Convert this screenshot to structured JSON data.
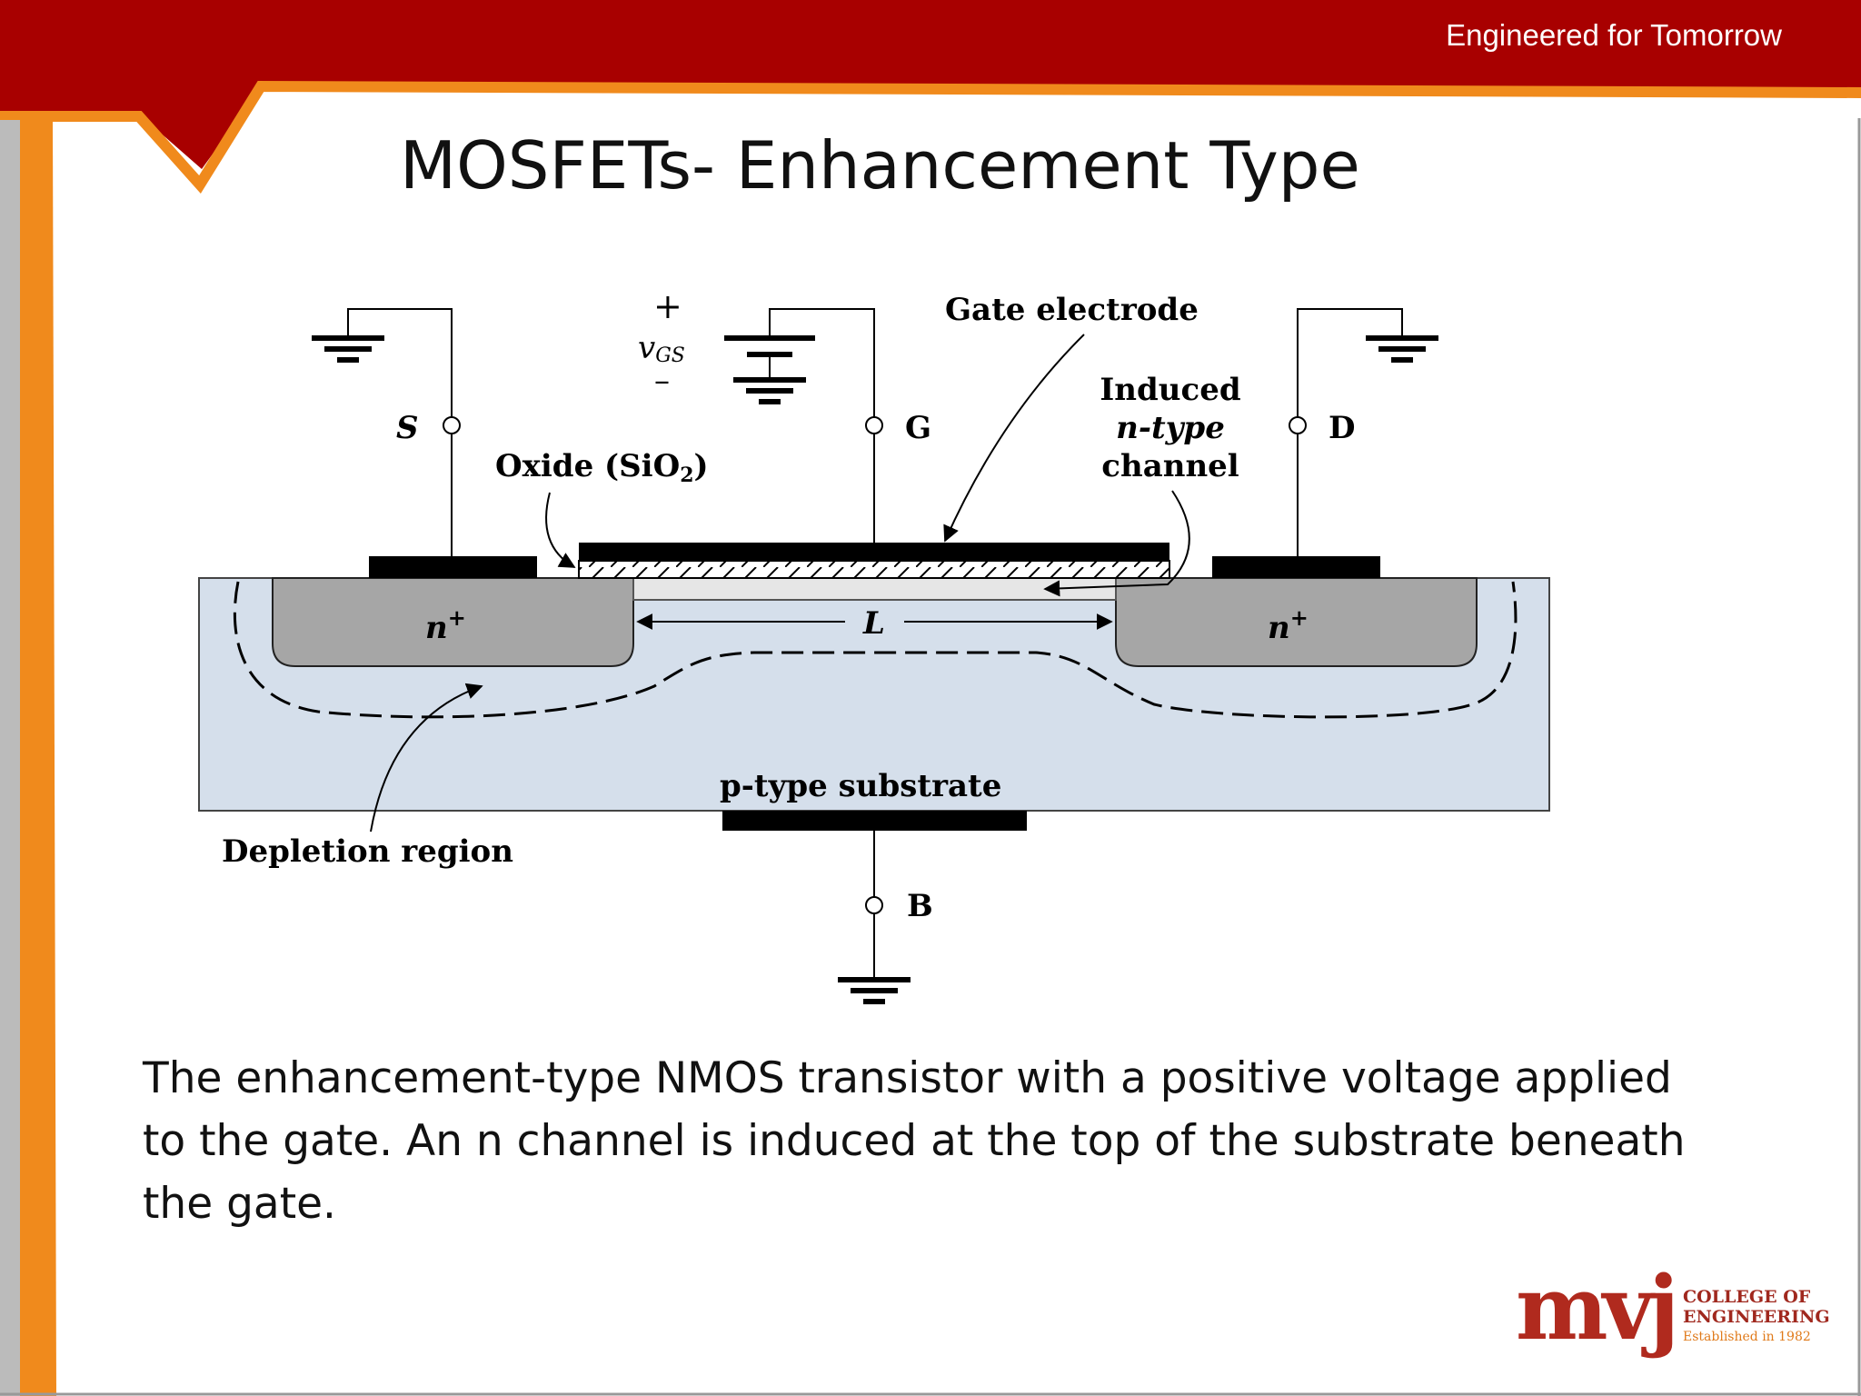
{
  "header": {
    "tagline": "Engineered for Tomorrow"
  },
  "slide": {
    "title": "MOSFETs- Enhancement Type"
  },
  "diagram": {
    "source_label": "S",
    "gate_label": "G",
    "drain_label": "D",
    "body_label": "B",
    "vgs_plus": "+",
    "vgs_symbol": "v",
    "vgs_subscript": "GS",
    "vgs_minus": "–",
    "gate_electrode_label": "Gate electrode",
    "induced_line1": "Induced",
    "induced_line2": "n-type",
    "induced_line3": "channel",
    "oxide_label_prefix": "Oxide (SiO",
    "oxide_label_sub": "2",
    "oxide_label_suffix": ")",
    "n_plus_left": "n",
    "n_plus_right": "n",
    "n_plus_sup": "+",
    "length_label": "L",
    "substrate_label": "p-type substrate",
    "depletion_label": "Depletion region"
  },
  "caption": "The enhancement-type NMOS transistor with a positive voltage applied to the gate.  An n channel is induced at the top of the substrate beneath the gate.",
  "logo": {
    "brand": "mvj",
    "line1": "COLLEGE OF",
    "line2": "ENGINEERING",
    "line3": "Established in 1982"
  },
  "colors": {
    "header_red": "#a80000",
    "accent_orange": "#f08a1c",
    "substrate_blue": "#d5dfeb",
    "n_region_gray": "#a6a6a6"
  }
}
